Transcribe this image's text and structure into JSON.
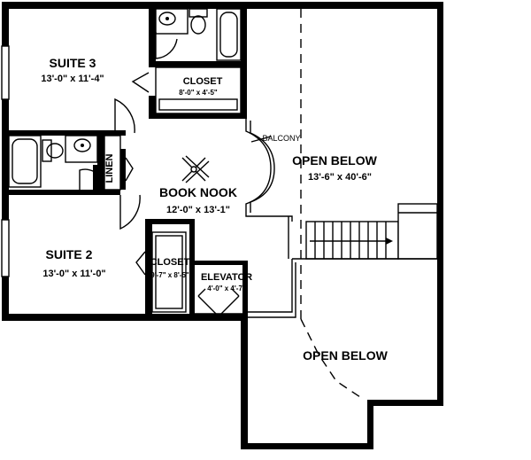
{
  "rooms": {
    "suite3": {
      "name": "SUITE 3",
      "dims": "13'-0\" x 11'-4\""
    },
    "closet_upper": {
      "name": "CLOSET",
      "dims": "8'-0\" x 4'-5\""
    },
    "book_nook": {
      "name": "BOOK NOOK",
      "dims": "12'-0\" x 13'-1\""
    },
    "open_below_upper": {
      "name": "OPEN BELOW",
      "dims": "13'-6\" x 40'-6\""
    },
    "open_below_lower": {
      "name": "OPEN BELOW"
    },
    "suite2": {
      "name": "SUITE 2",
      "dims": "13'-0\" x 11'-0\""
    },
    "closet_lower": {
      "name": "CLOSET",
      "dims": "9'-7\" x 8'-5\""
    },
    "elevator": {
      "name": "ELEVATOR",
      "dims": "4'-0\" x 4'-7\""
    }
  },
  "labels": {
    "balcony": "BALCONY",
    "linen": "LINEN"
  },
  "colors": {
    "walls": "#000000",
    "background": "#ffffff"
  }
}
